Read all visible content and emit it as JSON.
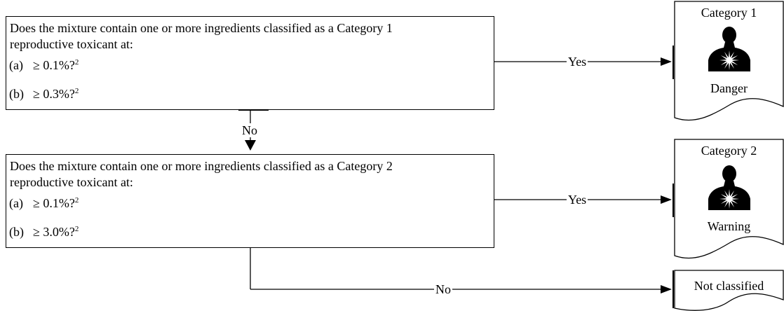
{
  "question1": {
    "line1": "Does the mixture contain one or more ingredients classified as a Category 1",
    "line2": "reproductive toxicant at:",
    "options": [
      {
        "letter": "(a)",
        "value": "≥ 0.1%?",
        "note": "2"
      },
      {
        "letter": "(b)",
        "value": "≥ 0.3%?",
        "note": "2"
      }
    ]
  },
  "question2": {
    "line1": "Does the mixture contain one or more ingredients classified as a Category 2",
    "line2": "reproductive toxicant at:",
    "options": [
      {
        "letter": "(a)",
        "value": "≥ 0.1%?",
        "note": "2"
      },
      {
        "letter": "(b)",
        "value": "≥ 3.0%?",
        "note": "2"
      }
    ]
  },
  "connectors": {
    "yes1": "Yes",
    "no1": "No",
    "yes2": "Yes",
    "no2": "No"
  },
  "outcomes": {
    "category1": {
      "title": "Category 1",
      "signal_word": "Danger",
      "icon": "health-hazard-pictogram"
    },
    "category2": {
      "title": "Category 2",
      "signal_word": "Warning",
      "icon": "health-hazard-pictogram"
    },
    "not_classified": {
      "title": "Not classified"
    }
  }
}
